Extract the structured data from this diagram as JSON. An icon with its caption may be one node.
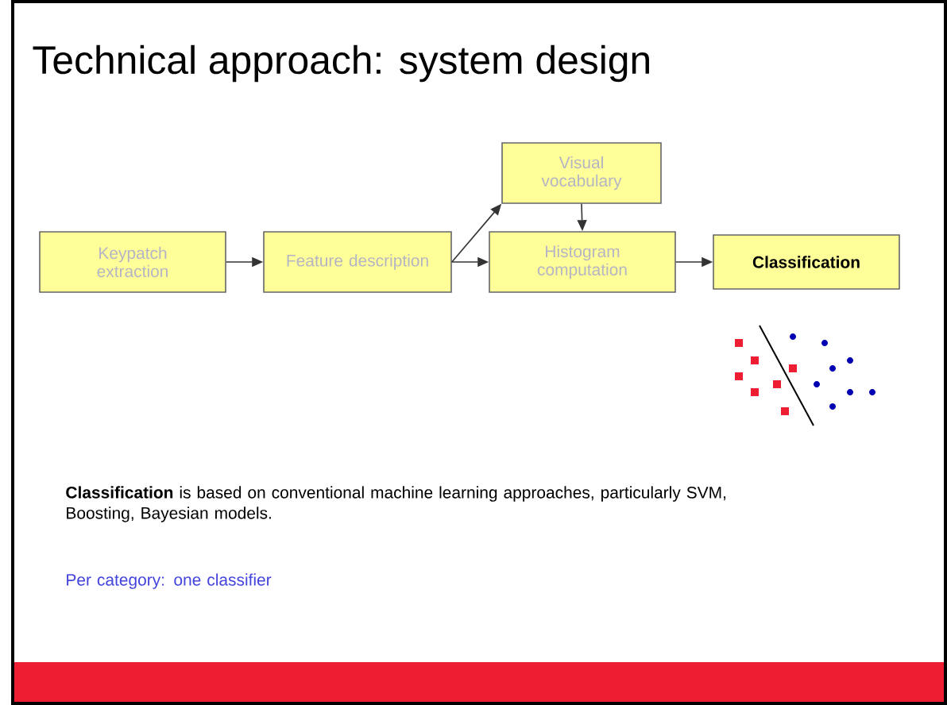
{
  "diagram": {
    "title": "Technical approach: system design",
    "nodes": [
      {
        "text": [
          "Keypatch extraction"
        ]
      },
      {
        "text": [
          "Feature description"
        ]
      },
      {
        "text": [
          "Visual vocabulary"
        ]
      },
      {
        "text": [
          "Histogram computation"
        ]
      },
      {
        "text": [
          "Classification"
        ]
      }
    ],
    "edges": [
      {
        "from": 0,
        "to": 1,
        "arrow": "to"
      },
      {
        "from": 1,
        "to": 2,
        "arrow": "to"
      },
      {
        "from": 1,
        "to": 3,
        "arrow": "to"
      },
      {
        "from": 2,
        "to": 3,
        "arrow": "to"
      },
      {
        "from": 3,
        "to": 4,
        "arrow": "to"
      }
    ],
    "labels": [
      "**Classification** is based on conventional machine learning approaches, particularly SVM, Boosting, Bayesian models.",
      "Per category: one classifier"
    ]
  }
}
